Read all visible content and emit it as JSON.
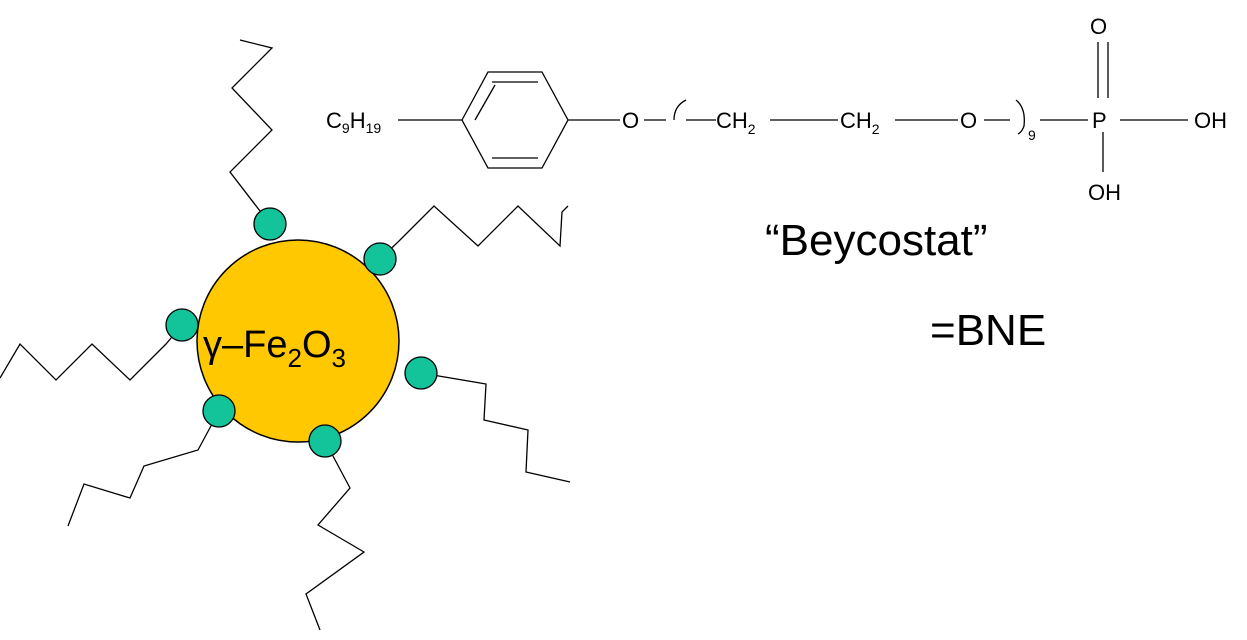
{
  "slide": {
    "colors": {
      "background": "#ffffff",
      "particle_fill": "#ffc800",
      "headgroup_fill": "#13c39a",
      "line": "#000000"
    },
    "particle": {
      "label_prefix": "γ–Fe",
      "sub1": "2",
      "mid": "O",
      "sub2": "3"
    },
    "molecule": {
      "left": "C",
      "left_sub1": "9",
      "left_mid": "H",
      "left_sub2": "19",
      "o1": "O",
      "ch2a": "CH",
      "ch2a_sub": "2",
      "ch2b": "CH",
      "ch2b_sub": "2",
      "o2": "O",
      "repeat": "9",
      "p": "P",
      "o_top": "O",
      "oh_right": "OH",
      "oh_bottom": "OH"
    },
    "name_label": "“Beycostat”",
    "abbr_label": "=BNE"
  }
}
